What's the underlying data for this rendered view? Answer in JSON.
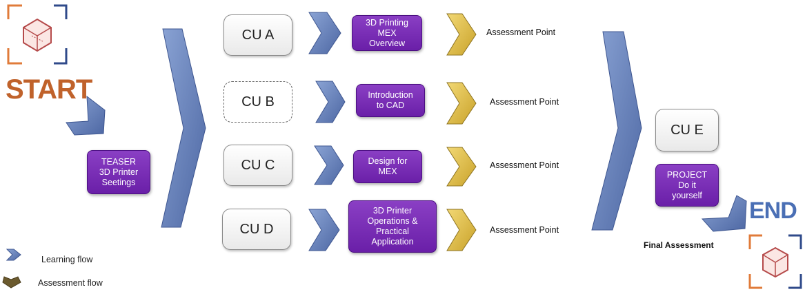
{
  "start": {
    "label": "START",
    "color": "#c0622b"
  },
  "end": {
    "label": "END",
    "color": "#4a6fb5"
  },
  "teaser": {
    "label": "TEASER\n3D Printer\nSeetings"
  },
  "units": [
    {
      "cu": "CU A",
      "topic": "3D Printing\nMEX\nOverview",
      "assessment": "Assessment Point",
      "dashed": false
    },
    {
      "cu": "CU B",
      "topic": "Introduction\nto CAD",
      "assessment": "Assessment Point",
      "dashed": true
    },
    {
      "cu": "CU C",
      "topic": "Design for\nMEX",
      "assessment": "Assessment Point",
      "dashed": false
    },
    {
      "cu": "CU D",
      "topic": "3D Printer\nOperations &\nPractical\nApplication",
      "assessment": "Assessment Point",
      "dashed": false
    }
  ],
  "final": {
    "cu": "CU E",
    "project": "PROJECT\nDo it\nyourself",
    "assessment": "Final Assessment"
  },
  "legend": {
    "learning": "Learning flow",
    "assessment": "Assessment flow"
  },
  "colors": {
    "learning_arrow": "#6b84b8",
    "assessment_arrow": "#e2c04a",
    "purple": "#7030a0",
    "logo_orange": "#e07b3a",
    "logo_blue": "#2f4a8a"
  }
}
